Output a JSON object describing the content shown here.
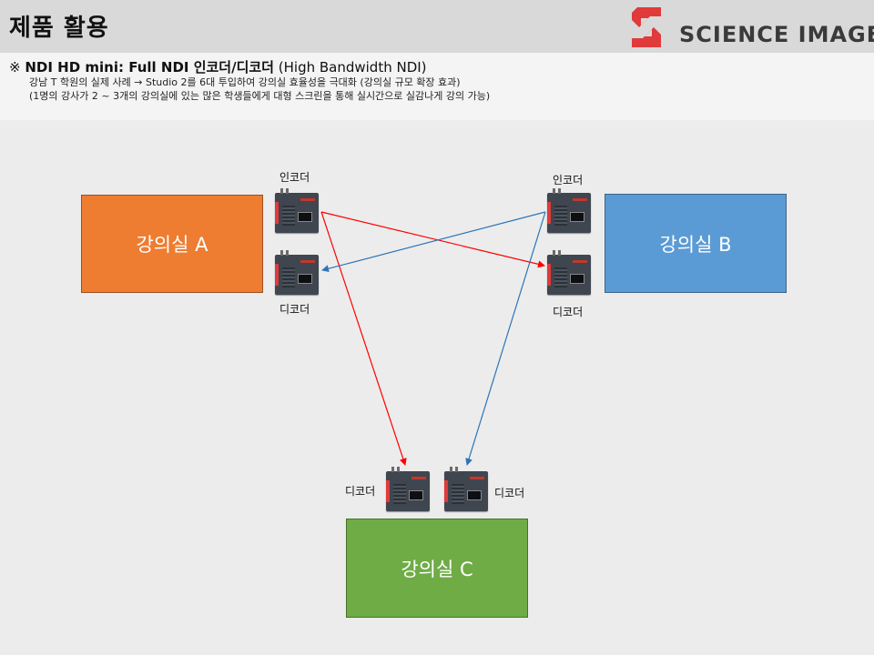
{
  "header": {
    "title": "제품 활용",
    "logo_text": "SCIENCE IMAGE",
    "logo_color": "#e03a3a"
  },
  "info": {
    "mark": "※",
    "product_bold": "NDI HD mini: Full NDI 인코더/디코더",
    "product_rest": "(High Bandwidth NDI)",
    "line2": "강남 T 학원의 실제 사례 → Studio 2를 6대 투입하여 강의실 효율성을 극대화 (강의실 규모 확장 효과)",
    "line3": "(1명의 강사가 2 ~ 3개의 강의실에 있는 많은 학생들에게 대형 스크린을 통해 실시간으로 실감나게 강의 가능)"
  },
  "rooms": {
    "a": "강의실 A",
    "b": "강의실 B",
    "c": "강의실 C"
  },
  "labels": {
    "a_encoder": "인코더",
    "a_decoder": "디코더",
    "b_encoder": "인코더",
    "b_decoder": "디코더",
    "c_decoder_left": "디코더",
    "c_decoder_right": "디코더"
  },
  "colors": {
    "room_a": "#ee7d31",
    "room_b": "#5b9bd5",
    "room_c": "#6fac46",
    "arrow_from_a": "#ff0000",
    "arrow_from_b": "#2e75b6"
  }
}
